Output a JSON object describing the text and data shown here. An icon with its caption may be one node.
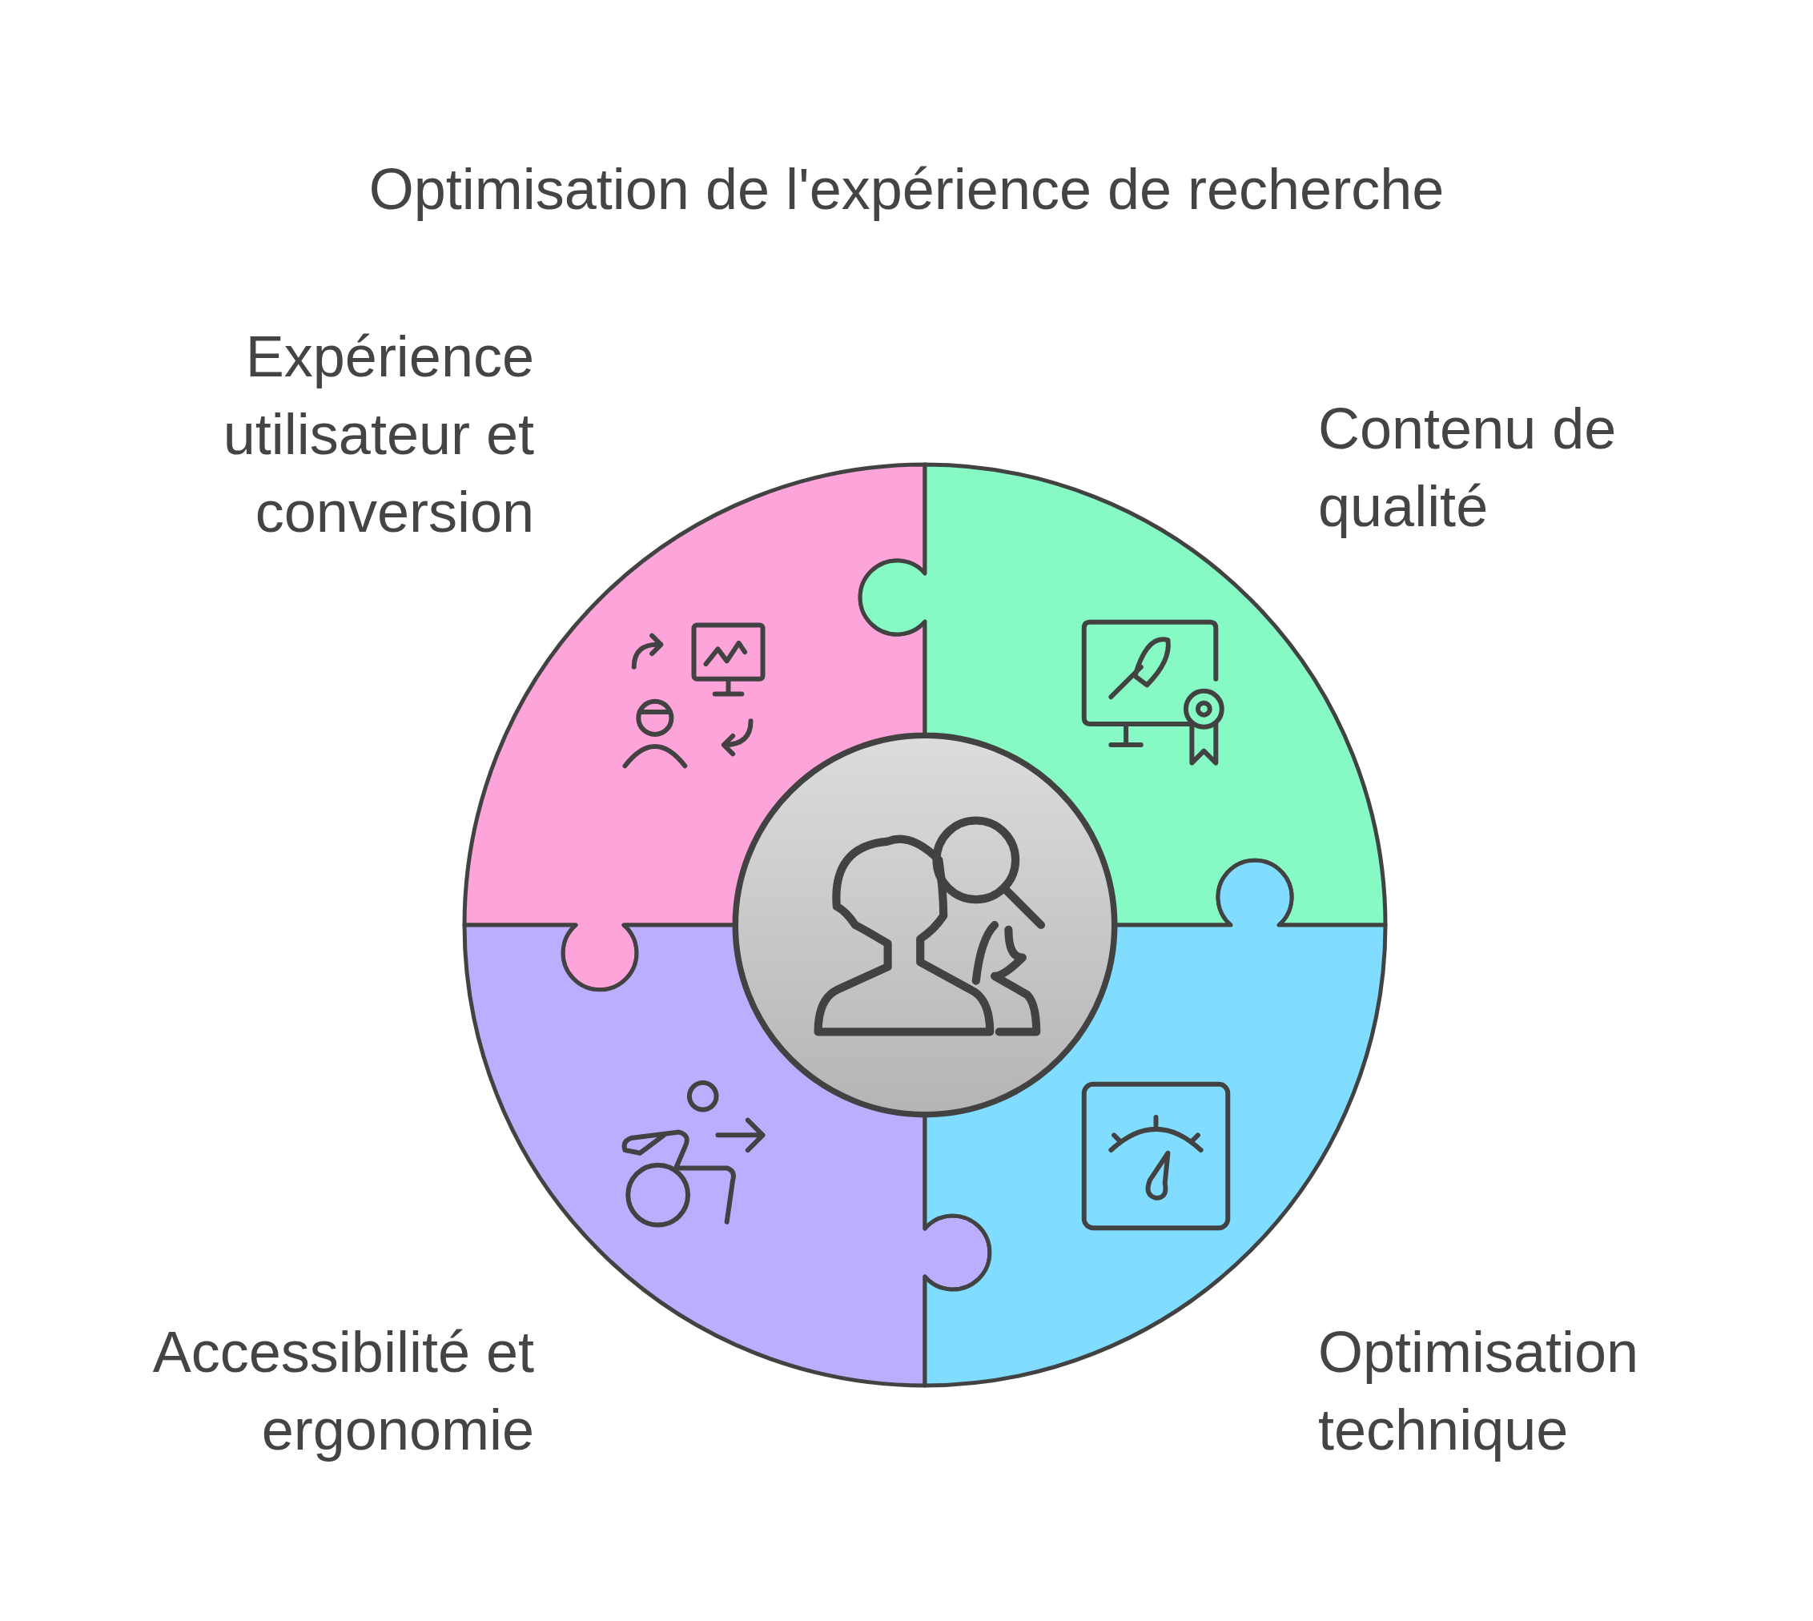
{
  "diagram": {
    "title": "Optimisation de l'expérience de recherche",
    "nodes": [
      {
        "text": [
          "Expérience utilisateur et conversion"
        ]
      },
      {
        "text": [
          "Contenu de qualité"
        ]
      },
      {
        "text": [],
        "shape": "circle"
      },
      {
        "text": [
          "Accessibilité et ergonomie"
        ]
      },
      {
        "text": [
          "Optimisation technique"
        ]
      }
    ]
  }
}
